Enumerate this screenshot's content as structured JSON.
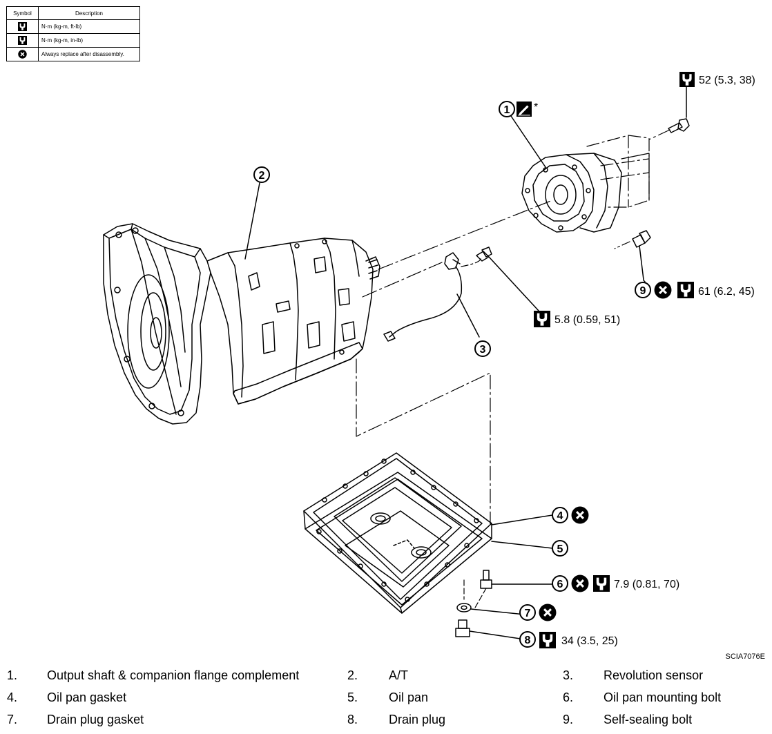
{
  "legend": {
    "header_symbol": "Symbol",
    "header_description": "Description",
    "rows": [
      {
        "icon": "torque-wrench-icon",
        "description": "N·m (kg-m, ft-lb)"
      },
      {
        "icon": "torque-wrench-inlb-icon",
        "description": "N·m (kg-m, in-lb)"
      },
      {
        "icon": "replace-x-icon",
        "description": "Always replace after disassembly."
      }
    ]
  },
  "callouts": {
    "c1": "1",
    "c1_suffix": "*",
    "c2": "2",
    "c3": "3",
    "c4": "4",
    "c5": "5",
    "c6": "6",
    "c7": "7",
    "c8": "8",
    "c9": "9"
  },
  "torques": {
    "t52": "52 (5.3, 38)",
    "t61": "61 (6.2, 45)",
    "t58": "5.8 (0.59, 51)",
    "t79": "7.9 (0.81, 70)",
    "t34": "34 (3.5, 25)"
  },
  "drawing_code": "SCIA7076E",
  "parts": [
    {
      "num": "1.",
      "name": "Output shaft & companion flange complement"
    },
    {
      "num": "2.",
      "name": "A/T"
    },
    {
      "num": "3.",
      "name": "Revolution sensor"
    },
    {
      "num": "4.",
      "name": "Oil pan gasket"
    },
    {
      "num": "5.",
      "name": "Oil pan"
    },
    {
      "num": "6.",
      "name": "Oil pan mounting bolt"
    },
    {
      "num": "7.",
      "name": "Drain plug gasket"
    },
    {
      "num": "8.",
      "name": "Drain plug"
    },
    {
      "num": "9.",
      "name": "Self-sealing bolt"
    }
  ]
}
